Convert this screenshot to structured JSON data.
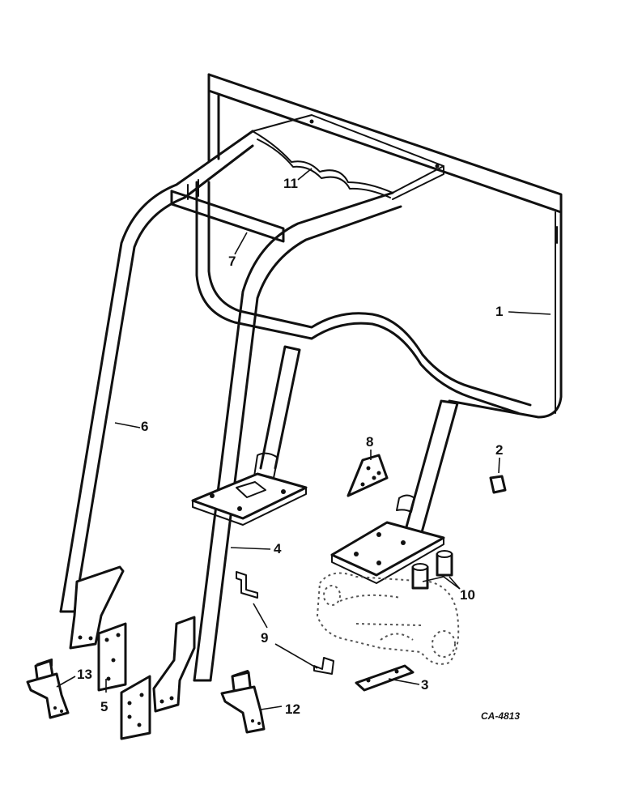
{
  "figure": {
    "code": "CA-4813",
    "callouts": [
      {
        "id": "1",
        "text": "1"
      },
      {
        "id": "2",
        "text": "2"
      },
      {
        "id": "3",
        "text": "3"
      },
      {
        "id": "4",
        "text": "4"
      },
      {
        "id": "5",
        "text": "5"
      },
      {
        "id": "6",
        "text": "6"
      },
      {
        "id": "7",
        "text": "7"
      },
      {
        "id": "8",
        "text": "8"
      },
      {
        "id": "9",
        "text": "9"
      },
      {
        "id": "10",
        "text": "10"
      },
      {
        "id": "11",
        "text": "11"
      },
      {
        "id": "12",
        "text": "12"
      },
      {
        "id": "13",
        "text": "13"
      }
    ]
  }
}
